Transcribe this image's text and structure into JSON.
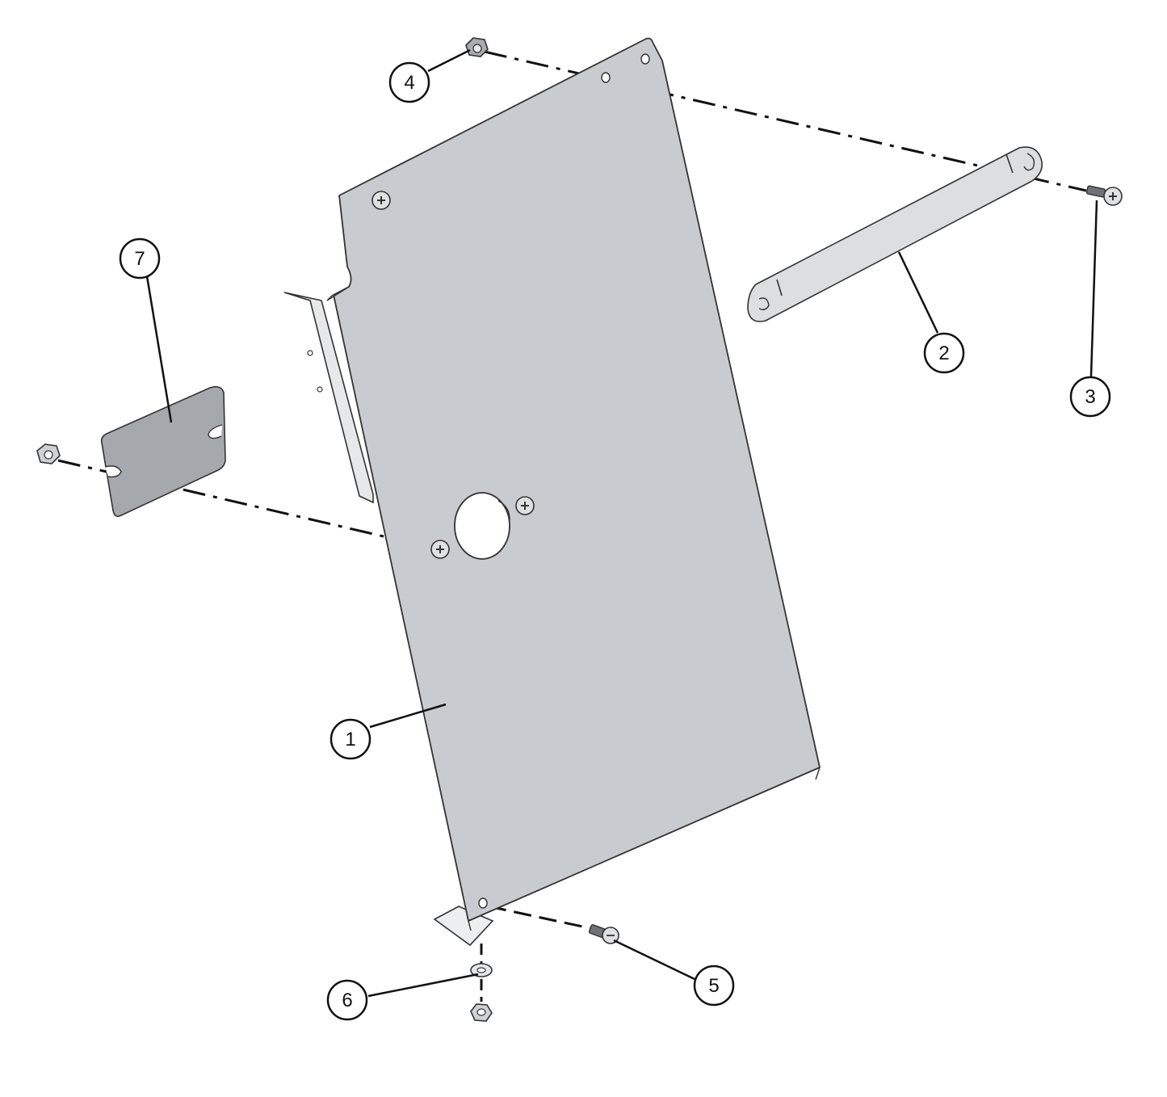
{
  "callouts": [
    {
      "id": "c1",
      "label": "1"
    },
    {
      "id": "c2",
      "label": "2"
    },
    {
      "id": "c3",
      "label": "3"
    },
    {
      "id": "c4",
      "label": "4"
    },
    {
      "id": "c5",
      "label": "5"
    },
    {
      "id": "c6",
      "label": "6"
    },
    {
      "id": "c7",
      "label": "7"
    }
  ],
  "colors": {
    "panel": "#c8cbcf",
    "panel_edge": "#e6e8ea",
    "plate": "#a5a8ac",
    "bracket": "#dcdee0",
    "outline": "#333333",
    "background": "#ffffff"
  }
}
